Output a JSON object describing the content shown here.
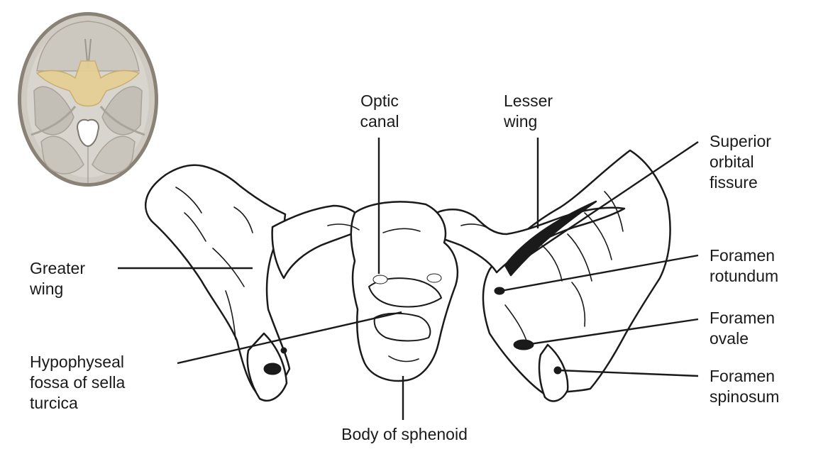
{
  "labels": {
    "optic_canal": [
      "Optic",
      "canal"
    ],
    "lesser_wing": [
      "Lesser",
      "wing"
    ],
    "superior_orbital_fissure": [
      "Superior",
      "orbital",
      "fissure"
    ],
    "greater_wing": [
      "Greater",
      "wing"
    ],
    "foramen_rotundum": [
      "Foramen",
      "rotundum"
    ],
    "foramen_ovale": [
      "Foramen",
      "ovale"
    ],
    "foramen_spinosum": [
      "Foramen",
      "spinosum"
    ],
    "hypophyseal_fossa": [
      "Hypophyseal",
      "fossa of sella",
      "turcica"
    ],
    "body_of_sphenoid": "Body of sphenoid"
  },
  "colors": {
    "bone_fill": "#ffffff",
    "outline": "#1a1a1a",
    "skull_base": "#cfcbc3",
    "sphenoid_highlight": "#e6cf96",
    "leader_line": "#1a1a1a"
  }
}
